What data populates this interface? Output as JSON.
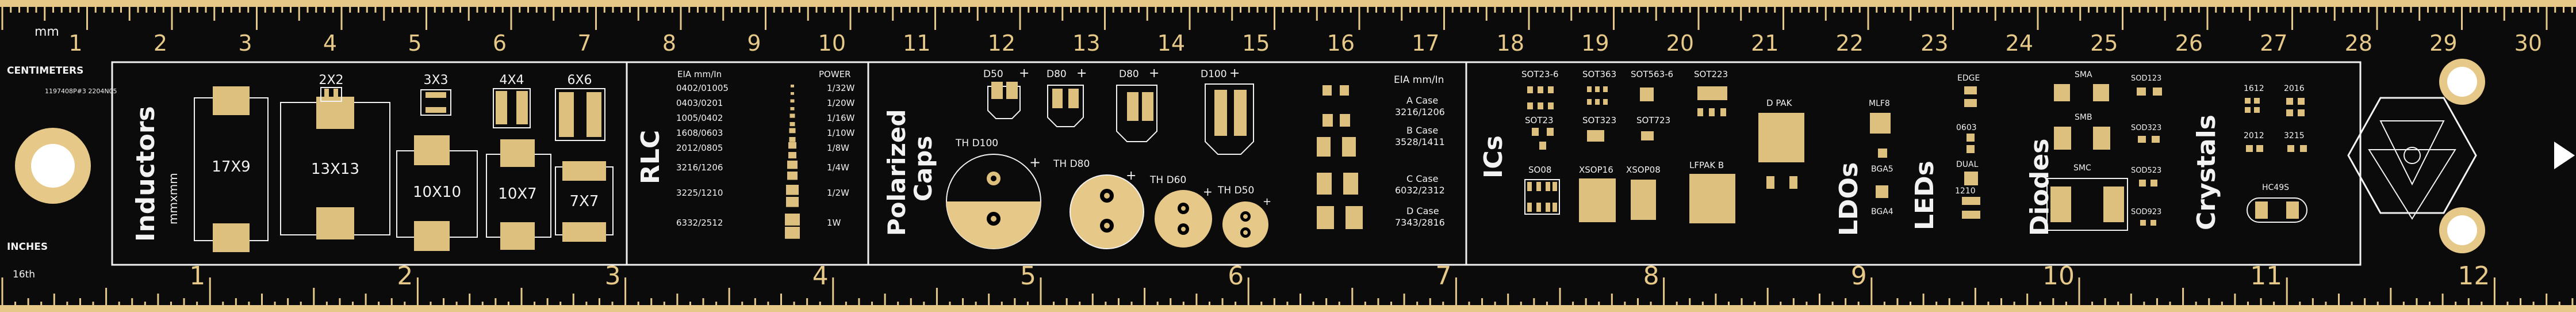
{
  "colors": {
    "board": "#0b0b0b",
    "copper": "#e6c989",
    "pad": "#ddbf7e",
    "silkscreen": "#f2f2f2",
    "drill": "#ffffff"
  },
  "ruler": {
    "top_unit": "mm",
    "top_caption": "CENTIMETERS",
    "bottom_caption": "INCHES",
    "bottom_subcaption": "16th",
    "serial": "1197408P#3\n2204N05",
    "cm_labels": [
      "1",
      "2",
      "3",
      "4",
      "5",
      "6",
      "7",
      "8",
      "9",
      "10",
      "11",
      "12",
      "13",
      "14",
      "15",
      "16",
      "17",
      "18",
      "19",
      "20",
      "21",
      "22",
      "23",
      "24",
      "25",
      "26",
      "27",
      "28",
      "29",
      "30"
    ],
    "inch_labels": [
      "1",
      "2",
      "3",
      "4",
      "5",
      "6",
      "7",
      "8",
      "9",
      "10",
      "11",
      "12"
    ]
  },
  "sections": {
    "inductors": {
      "title": "Inductors",
      "unit": "mmxmm",
      "sizes": [
        "17X9",
        "13X13",
        "10X10",
        "10X7",
        "7X7",
        "2X2",
        "3X3",
        "4X4",
        "6X6"
      ]
    },
    "rlc": {
      "title": "RLC",
      "col1_header": "EIA mm/In",
      "col2_header": "POWER",
      "rows": [
        {
          "size": "0402/01005",
          "power": "1/32W"
        },
        {
          "size": "0403/0201",
          "power": "1/20W"
        },
        {
          "size": "1005/0402",
          "power": "1/16W"
        },
        {
          "size": "1608/0603",
          "power": "1/10W"
        },
        {
          "size": "2012/0805",
          "power": "1/8W"
        },
        {
          "size": "3216/1206",
          "power": "1/4W"
        },
        {
          "size": "3225/1210",
          "power": "1/2W"
        },
        {
          "size": "6332/2512",
          "power": "1W"
        }
      ]
    },
    "caps": {
      "title_line1": "Polarized",
      "title_line2": "Caps",
      "smd_labels": [
        "D50",
        "D80",
        "D80",
        "D100"
      ],
      "th_labels": [
        "TH D100",
        "TH D80",
        "TH D60",
        "TH D50"
      ],
      "eia_header": "EIA mm/In",
      "cases": [
        {
          "name": "A Case",
          "size": "3216/1206"
        },
        {
          "name": "B Case",
          "size": "3528/1411"
        },
        {
          "name": "C Case",
          "size": "6032/2312"
        },
        {
          "name": "D Case",
          "size": "7343/2816"
        }
      ]
    },
    "ics": {
      "title": "ICs",
      "packages": [
        "SOT23-6",
        "SOT363",
        "SOT563-6",
        "SOT223",
        "SOT23",
        "SOT323",
        "SOT723",
        "SO08",
        "XSOP16",
        "XSOP08",
        "D PAK",
        "LFPAK B"
      ]
    },
    "ldos": {
      "title": "LDOs",
      "packages": [
        "MLF8",
        "BGA5",
        "BGA4"
      ]
    },
    "leds": {
      "title": "LEDs",
      "packages": [
        "EDGE",
        "0603",
        "DUAL",
        "1210"
      ]
    },
    "diodes": {
      "title": "Diodes",
      "packages": [
        "SMA",
        "SMB",
        "SMC",
        "SOD123",
        "SOD323",
        "SOD523",
        "SOD923"
      ]
    },
    "crystals": {
      "title": "Crystals",
      "packages": [
        "1612",
        "2016",
        "2012",
        "3215",
        "HC49S"
      ]
    }
  }
}
